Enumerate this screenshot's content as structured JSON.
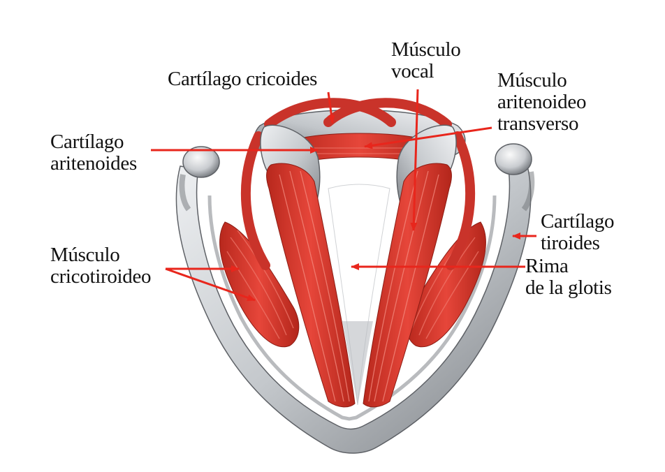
{
  "labels": {
    "cricoides": "Cartílago cricoides",
    "vocal": [
      "Músculo",
      "vocal"
    ],
    "aritenoideo": [
      "Músculo",
      "aritenoideo",
      "transverso"
    ],
    "aritenoides": [
      "Cartílago",
      "aritenoides"
    ],
    "tiroides": [
      "Cartílago",
      "tiroides"
    ],
    "cricotiroideo": [
      "Músculo",
      "cricotiroideo"
    ],
    "rima": [
      "Rima",
      "de la glotis"
    ]
  },
  "colors": {
    "arrow": "#e8261c",
    "muscle": "#d9392a",
    "muscle_dark": "#a8231a",
    "cartilage": "#c9ccd0",
    "cartilage_shadow": "#6f7378",
    "text": "#111111"
  }
}
